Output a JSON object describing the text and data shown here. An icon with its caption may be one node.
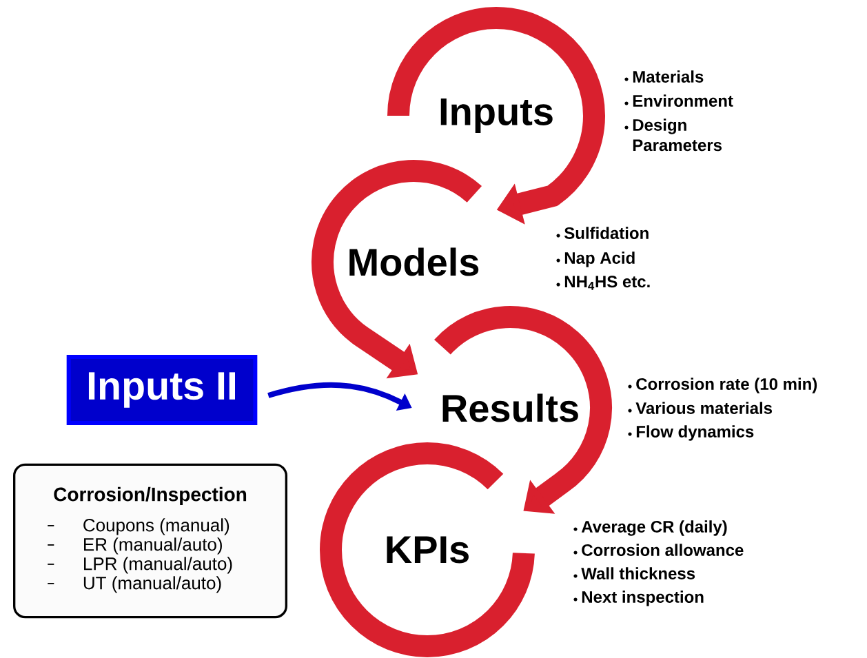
{
  "diagram": {
    "nodes": [
      {
        "text": [
          "Inputs"
        ],
        "beside": [
          "Materials",
          "Environment",
          "Design Parameters"
        ]
      },
      {
        "text": [
          "Models"
        ],
        "beside": [
          "Sulfidation",
          "Nap Acid",
          "NH$_{4}$HS etc."
        ]
      },
      {
        "text": [
          "Results"
        ],
        "beside": [
          "Corrosion rate (10 min)",
          "Various materials",
          "Flow dynamics"
        ]
      },
      {
        "text": [
          "KPIs"
        ],
        "beside": [
          "Average CR (daily)",
          "Corrosion allowance",
          "Wall thickness",
          "Next inspection"
        ]
      },
      {
        "text": [
          "Inputs II"
        ]
      },
      {
        "text": [
          "Corrosion/Inspection",
          "Coupons (manual)",
          "ER (manual/auto)",
          "LPR (manual/auto)",
          "UT (manual/auto)"
        ]
      }
    ],
    "edges": [
      {
        "from": 0,
        "to": 1,
        "arrow": "to"
      },
      {
        "from": 1,
        "to": 2,
        "arrow": "to"
      },
      {
        "from": 2,
        "to": 3,
        "arrow": "to"
      },
      {
        "from": 4,
        "to": 2,
        "arrow": "to",
        "color": "#0000cc"
      }
    ]
  }
}
